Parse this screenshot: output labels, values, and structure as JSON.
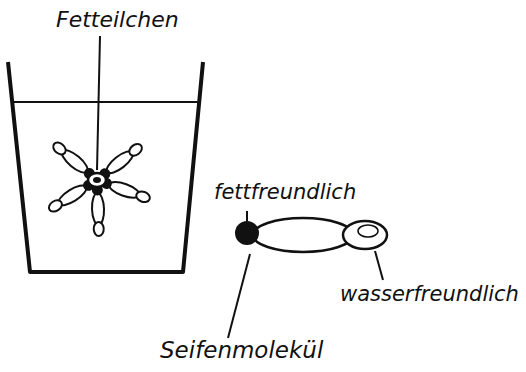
{
  "diagram": {
    "labels": [
      "Fetteilchen",
      "fettfreundlich",
      "wasserfreundlich",
      "Seifenmolekül"
    ]
  }
}
